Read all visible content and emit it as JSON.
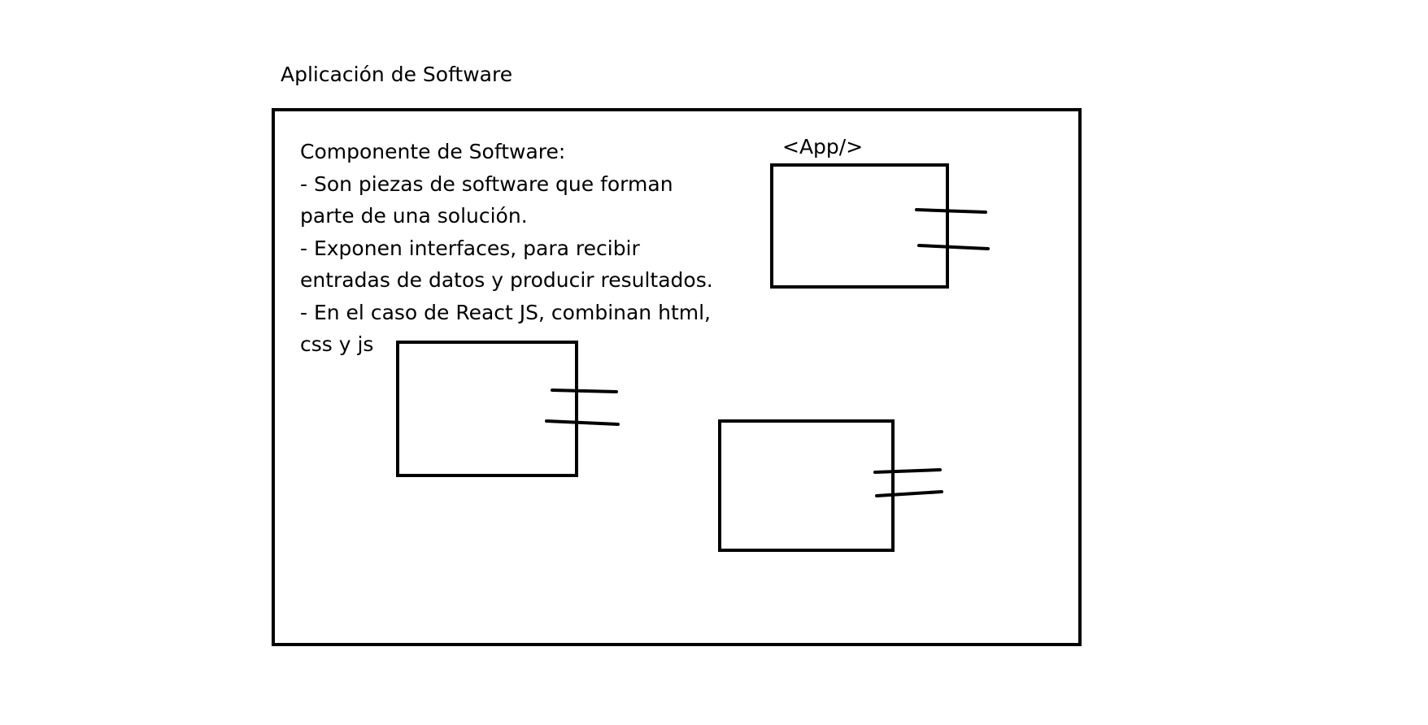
{
  "diagram": {
    "title": "Aplicación de Software",
    "app_component_label": "<App/>",
    "description": [
      "Componente de Software:",
      "- Son piezas de software que forman",
      "parte de una solución.",
      "- Exponen interfaces, para recibir",
      "entradas de datos y producir resultados.",
      "- En el caso de React JS, combinan html,",
      "css y js"
    ],
    "stroke_color": "#000000",
    "background_color": "#ffffff"
  }
}
